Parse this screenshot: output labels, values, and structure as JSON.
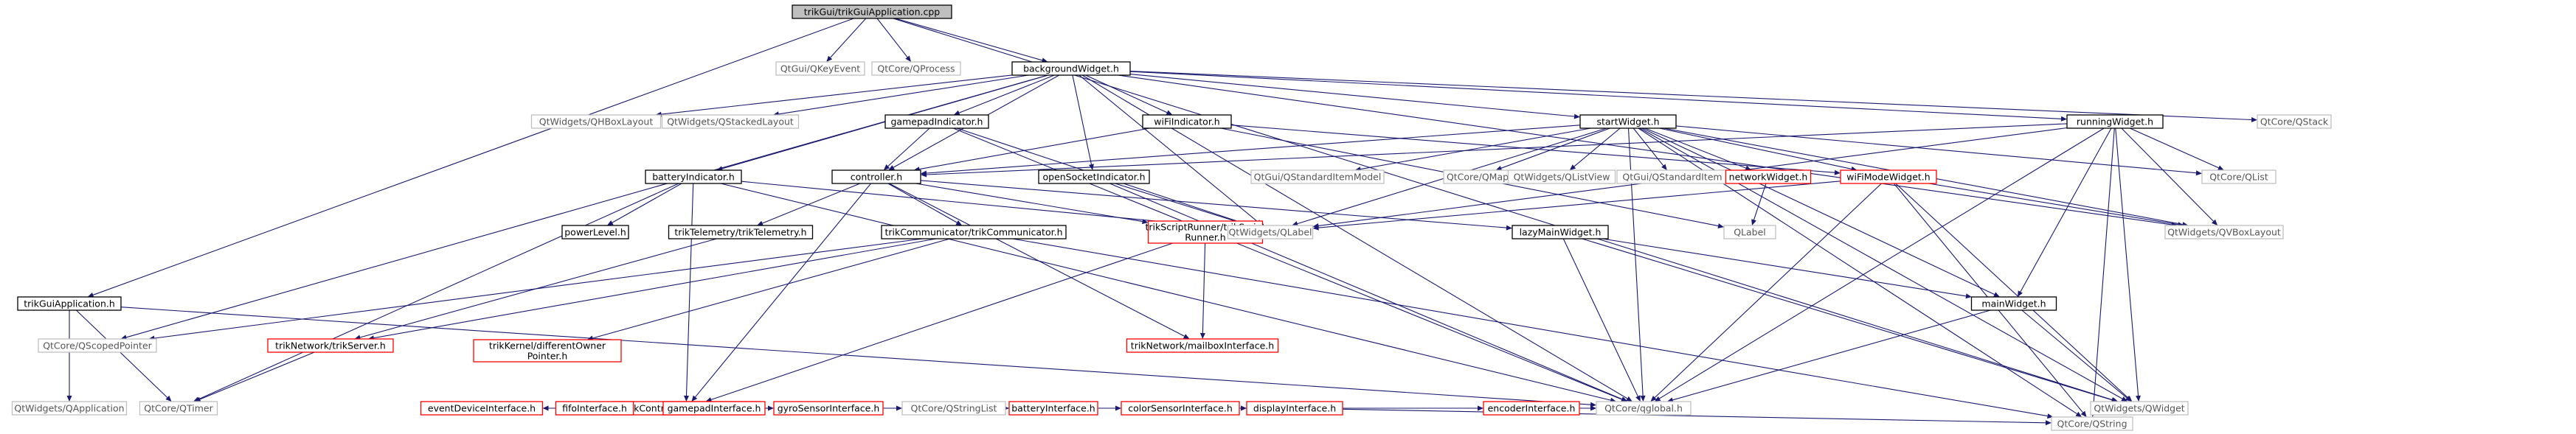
{
  "graph": {
    "root": "n0",
    "colors": {
      "root_fill": "#bfbfbf",
      "root_border": "#000000",
      "node_border_normal": "#000000",
      "node_border_truncated": "#ff0000",
      "external_border": "#bfbfbf",
      "external_text": "#555555",
      "text": "#000000",
      "edge": "#191970"
    },
    "nodes": [
      {
        "id": "n0",
        "lines": [
          "trikGui/trikGuiApplication.cpp"
        ],
        "kind": "root"
      },
      {
        "id": "n1",
        "lines": [
          "QtGui/QKeyEvent"
        ],
        "kind": "external"
      },
      {
        "id": "n2",
        "lines": [
          "QtCore/QProcess"
        ],
        "kind": "external"
      },
      {
        "id": "n3",
        "lines": [
          "backgroundWidget.h"
        ],
        "kind": "normal"
      },
      {
        "id": "n4",
        "lines": [
          "QtCore/QStack"
        ],
        "kind": "external"
      },
      {
        "id": "n5",
        "lines": [
          "QtWidgets/QHBoxLayout"
        ],
        "kind": "external"
      },
      {
        "id": "n6",
        "lines": [
          "QtWidgets/QStackedLayout"
        ],
        "kind": "external"
      },
      {
        "id": "n7",
        "lines": [
          "gamepadIndicator.h"
        ],
        "kind": "normal"
      },
      {
        "id": "n8",
        "lines": [
          "wiFiIndicator.h"
        ],
        "kind": "normal"
      },
      {
        "id": "n9",
        "lines": [
          "startWidget.h"
        ],
        "kind": "normal"
      },
      {
        "id": "n10",
        "lines": [
          "runningWidget.h"
        ],
        "kind": "normal"
      },
      {
        "id": "n11",
        "lines": [
          "QtGui/QStandardItemModel"
        ],
        "kind": "external"
      },
      {
        "id": "n12",
        "lines": [
          "QtCore/QMap"
        ],
        "kind": "external"
      },
      {
        "id": "n13",
        "lines": [
          "QtWidgets/QListView"
        ],
        "kind": "external"
      },
      {
        "id": "n14",
        "lines": [
          "QtGui/QStandardItem"
        ],
        "kind": "external"
      },
      {
        "id": "n15",
        "lines": [
          "networkWidget.h"
        ],
        "kind": "truncated"
      },
      {
        "id": "n16",
        "lines": [
          "QtCore/QList"
        ],
        "kind": "external"
      },
      {
        "id": "n17",
        "lines": [
          "batteryIndicator.h"
        ],
        "kind": "normal"
      },
      {
        "id": "n18",
        "lines": [
          "controller.h"
        ],
        "kind": "normal"
      },
      {
        "id": "n19",
        "lines": [
          "openSocketIndicator.h"
        ],
        "kind": "normal"
      },
      {
        "id": "n20",
        "lines": [
          "wiFiModeWidget.h"
        ],
        "kind": "truncated"
      },
      {
        "id": "n21",
        "lines": [
          "powerLevel.h"
        ],
        "kind": "normal"
      },
      {
        "id": "n22",
        "lines": [
          "trikTelemetry/trikTelemetry.h"
        ],
        "kind": "normal"
      },
      {
        "id": "n23",
        "lines": [
          "trikCommunicator/trikCommunicator.h"
        ],
        "kind": "normal"
      },
      {
        "id": "n24",
        "lines": [
          "trikScriptRunner/trikScript",
          "Runner.h"
        ],
        "kind": "truncated"
      },
      {
        "id": "n25",
        "lines": [
          "QtWidgets/QLabel"
        ],
        "kind": "external"
      },
      {
        "id": "n26",
        "lines": [
          "lazyMainWidget.h"
        ],
        "kind": "normal"
      },
      {
        "id": "n27",
        "lines": [
          "QLabel"
        ],
        "kind": "external"
      },
      {
        "id": "n28",
        "lines": [
          "QtWidgets/QVBoxLayout"
        ],
        "kind": "external"
      },
      {
        "id": "n29",
        "lines": [
          "trikGuiApplication.h"
        ],
        "kind": "normal"
      },
      {
        "id": "n30",
        "lines": [
          "QtCore/QScopedPointer"
        ],
        "kind": "external"
      },
      {
        "id": "n31",
        "lines": [
          "trikNetwork/trikServer.h"
        ],
        "kind": "truncated"
      },
      {
        "id": "n32",
        "lines": [
          "trikKernel/differentOwner",
          "Pointer.h"
        ],
        "kind": "truncated"
      },
      {
        "id": "n33",
        "lines": [
          "trikNetwork/mailboxInterface.h"
        ],
        "kind": "truncated"
      },
      {
        "id": "n34",
        "lines": [
          "trikControl/brickInterface.h"
        ],
        "kind": "truncated"
      },
      {
        "id": "n35",
        "lines": [
          "mainWidget.h"
        ],
        "kind": "normal"
      },
      {
        "id": "n36",
        "lines": [
          "QtWidgets/QApplication"
        ],
        "kind": "external"
      },
      {
        "id": "n37",
        "lines": [
          "QtCore/QTimer"
        ],
        "kind": "external"
      },
      {
        "id": "n38",
        "lines": [
          "eventDeviceInterface.h"
        ],
        "kind": "truncated"
      },
      {
        "id": "n39",
        "lines": [
          "fifoInterface.h"
        ],
        "kind": "truncated"
      },
      {
        "id": "n40",
        "lines": [
          "gamepadInterface.h"
        ],
        "kind": "truncated"
      },
      {
        "id": "n41",
        "lines": [
          "gyroSensorInterface.h"
        ],
        "kind": "truncated"
      },
      {
        "id": "n42",
        "lines": [
          "QtCore/QStringList"
        ],
        "kind": "external"
      },
      {
        "id": "n43",
        "lines": [
          "batteryInterface.h"
        ],
        "kind": "truncated"
      },
      {
        "id": "n44",
        "lines": [
          "colorSensorInterface.h"
        ],
        "kind": "truncated"
      },
      {
        "id": "n45",
        "lines": [
          "displayInterface.h"
        ],
        "kind": "truncated"
      },
      {
        "id": "n46",
        "lines": [
          "encoderInterface.h"
        ],
        "kind": "truncated"
      },
      {
        "id": "n47",
        "lines": [
          "QtCore/qglobal.h"
        ],
        "kind": "external"
      },
      {
        "id": "n48",
        "lines": [
          "QtWidgets/QWidget"
        ],
        "kind": "external"
      },
      {
        "id": "n49",
        "lines": [
          "QtCore/QString"
        ],
        "kind": "external"
      }
    ],
    "edges": [
      [
        "n0",
        "n1"
      ],
      [
        "n0",
        "n2"
      ],
      [
        "n0",
        "n3"
      ],
      [
        "n0",
        "n29"
      ],
      [
        "n0",
        "n48"
      ],
      [
        "n3",
        "n4"
      ],
      [
        "n3",
        "n5"
      ],
      [
        "n3",
        "n6"
      ],
      [
        "n3",
        "n7"
      ],
      [
        "n3",
        "n8"
      ],
      [
        "n3",
        "n9"
      ],
      [
        "n3",
        "n10"
      ],
      [
        "n3",
        "n17"
      ],
      [
        "n3",
        "n18"
      ],
      [
        "n3",
        "n19"
      ],
      [
        "n3",
        "n30"
      ],
      [
        "n3",
        "n47"
      ],
      [
        "n3",
        "n28"
      ],
      [
        "n3",
        "n25"
      ],
      [
        "n7",
        "n18"
      ],
      [
        "n7",
        "n25"
      ],
      [
        "n7",
        "n47"
      ],
      [
        "n8",
        "n18"
      ],
      [
        "n8",
        "n27"
      ],
      [
        "n8",
        "n20"
      ],
      [
        "n9",
        "n11"
      ],
      [
        "n9",
        "n12"
      ],
      [
        "n9",
        "n13"
      ],
      [
        "n9",
        "n14"
      ],
      [
        "n9",
        "n15"
      ],
      [
        "n9",
        "n16"
      ],
      [
        "n9",
        "n18"
      ],
      [
        "n9",
        "n20"
      ],
      [
        "n9",
        "n35"
      ],
      [
        "n9",
        "n28"
      ],
      [
        "n9",
        "n25"
      ],
      [
        "n9",
        "n47"
      ],
      [
        "n9",
        "n48"
      ],
      [
        "n9",
        "n49"
      ],
      [
        "n10",
        "n16"
      ],
      [
        "n10",
        "n18"
      ],
      [
        "n10",
        "n25"
      ],
      [
        "n10",
        "n28"
      ],
      [
        "n10",
        "n35"
      ],
      [
        "n10",
        "n47"
      ],
      [
        "n10",
        "n48"
      ],
      [
        "n10",
        "n49"
      ],
      [
        "n15",
        "n27"
      ],
      [
        "n17",
        "n21"
      ],
      [
        "n17",
        "n34"
      ],
      [
        "n17",
        "n25"
      ],
      [
        "n17",
        "n47"
      ],
      [
        "n17",
        "n37"
      ],
      [
        "n18",
        "n22"
      ],
      [
        "n18",
        "n23"
      ],
      [
        "n18",
        "n24"
      ],
      [
        "n18",
        "n34"
      ],
      [
        "n18",
        "n33"
      ],
      [
        "n18",
        "n26"
      ],
      [
        "n19",
        "n25"
      ],
      [
        "n19",
        "n47"
      ],
      [
        "n20",
        "n28"
      ],
      [
        "n20",
        "n25"
      ],
      [
        "n20",
        "n48"
      ],
      [
        "n20",
        "n49"
      ],
      [
        "n20",
        "n47"
      ],
      [
        "n22",
        "n31"
      ],
      [
        "n23",
        "n30"
      ],
      [
        "n23",
        "n31"
      ],
      [
        "n23",
        "n32"
      ],
      [
        "n23",
        "n49"
      ],
      [
        "n24",
        "n33"
      ],
      [
        "n24",
        "n34"
      ],
      [
        "n26",
        "n35"
      ],
      [
        "n26",
        "n48"
      ],
      [
        "n26",
        "n47"
      ],
      [
        "n29",
        "n36"
      ],
      [
        "n29",
        "n37"
      ],
      [
        "n29",
        "n47"
      ],
      [
        "n31",
        "n37"
      ],
      [
        "n34",
        "n38"
      ],
      [
        "n34",
        "n39"
      ],
      [
        "n34",
        "n40"
      ],
      [
        "n34",
        "n41"
      ],
      [
        "n34",
        "n42"
      ],
      [
        "n34",
        "n43"
      ],
      [
        "n34",
        "n44"
      ],
      [
        "n34",
        "n45"
      ],
      [
        "n34",
        "n46"
      ],
      [
        "n34",
        "n47"
      ],
      [
        "n35",
        "n47"
      ],
      [
        "n35",
        "n48"
      ],
      [
        "n45",
        "n49"
      ]
    ]
  }
}
